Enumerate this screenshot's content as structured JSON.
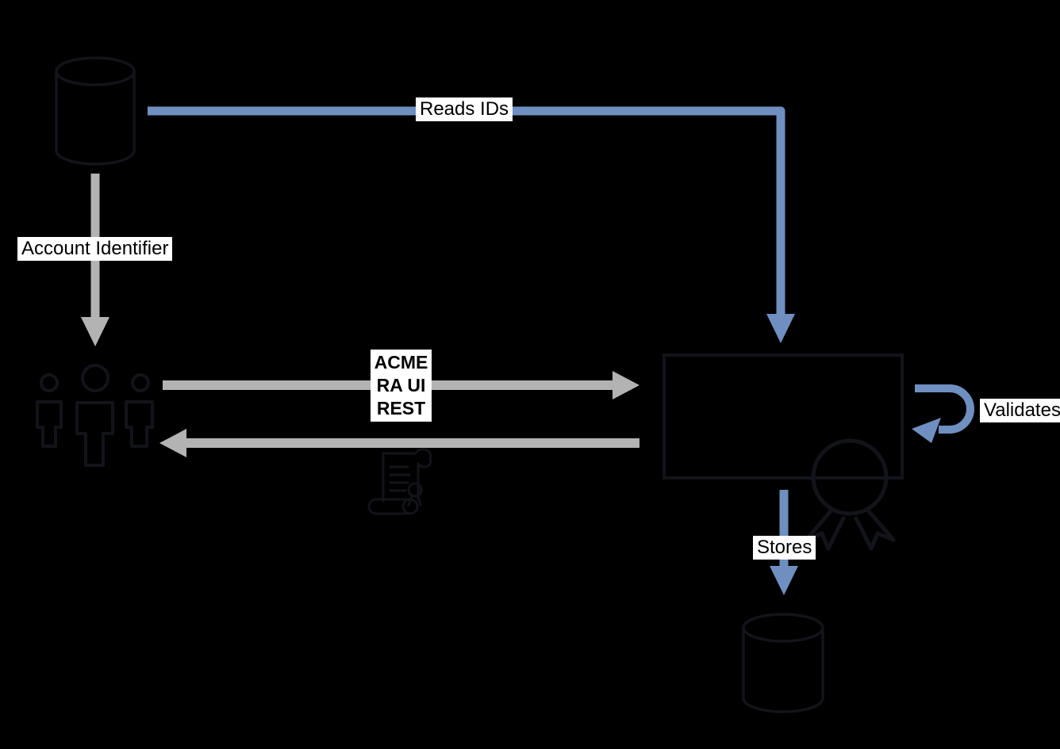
{
  "diagram": {
    "background": "#000000",
    "colors": {
      "flow_blue": "#6e8fc0",
      "flow_gray": "#b3b3b3",
      "shape_stroke": "#12141a",
      "label_bg": "#ffffff",
      "label_text": "#000000"
    },
    "labels": {
      "reads_ids": "Reads IDs",
      "account_identifier": "Account Identifier",
      "acme_line1": "ACME",
      "acme_line2": "RA UI",
      "acme_line3": "REST",
      "validates": "Validates",
      "stores": "Stores"
    },
    "nodes": [
      {
        "id": "source-database",
        "shape": "database-cylinder",
        "position": "top-left"
      },
      {
        "id": "user-group",
        "shape": "three-people",
        "position": "middle-left"
      },
      {
        "id": "registration-authority-box",
        "shape": "rectangle-with-certificate-ribbon",
        "position": "middle-right"
      },
      {
        "id": "certificate-scroll",
        "shape": "scroll-with-seal",
        "position": "center-below-return-arrow"
      },
      {
        "id": "storage-database",
        "shape": "database-cylinder",
        "position": "bottom-right"
      }
    ],
    "edges": [
      {
        "from": "source-database",
        "to": "registration-authority-box",
        "label": "Reads IDs",
        "color": "blue",
        "style": "right-then-down"
      },
      {
        "from": "source-database",
        "to": "user-group",
        "label": "Account Identifier",
        "color": "gray",
        "style": "down"
      },
      {
        "from": "user-group",
        "to": "registration-authority-box",
        "label": "ACME RA UI REST",
        "color": "gray",
        "style": "right"
      },
      {
        "from": "registration-authority-box",
        "to": "user-group",
        "label": "",
        "color": "gray",
        "style": "left"
      },
      {
        "from": "registration-authority-box",
        "to": "registration-authority-box",
        "label": "Validates",
        "color": "blue",
        "style": "self-loop"
      },
      {
        "from": "registration-authority-box",
        "to": "storage-database",
        "label": "Stores",
        "color": "blue",
        "style": "down"
      }
    ]
  }
}
